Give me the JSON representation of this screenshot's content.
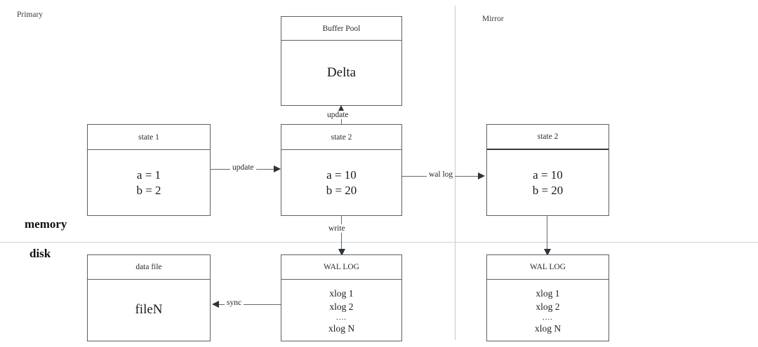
{
  "zones": {
    "primary_label": "Primary",
    "mirror_label": "Mirror",
    "memory_label": "memory",
    "disk_label": "disk"
  },
  "nodes": {
    "buffer_pool": {
      "header": "Buffer Pool",
      "body": "Delta"
    },
    "primary_state1": {
      "header": "state 1",
      "line1": "a = 1",
      "line2": "b = 2"
    },
    "primary_state2": {
      "header": "state 2",
      "line1": "a = 10",
      "line2": "b = 20"
    },
    "mirror_state2": {
      "header": "state 2",
      "line1": "a = 10",
      "line2": "b = 20"
    },
    "data_file": {
      "header": "data file",
      "body": "fileN"
    },
    "primary_wal_log": {
      "header": "WAL LOG",
      "line1": "xlog 1",
      "line2": "xlog 2",
      "dots": "....",
      "line4": "xlog N"
    },
    "mirror_wal_log": {
      "header": "WAL LOG",
      "line1": "xlog 1",
      "line2": "xlog 2",
      "dots": "....",
      "line4": "xlog N"
    }
  },
  "connectors": {
    "buffer_update": "update",
    "state_update": "update",
    "wal_log": "wal log",
    "write": "write",
    "sync": "sync"
  },
  "colors": {
    "box_border": "#5a6068",
    "thick_rule": "#32393f",
    "connector": "#61686f",
    "divider": "#d4d4d4",
    "text": "#1d1d1d"
  }
}
